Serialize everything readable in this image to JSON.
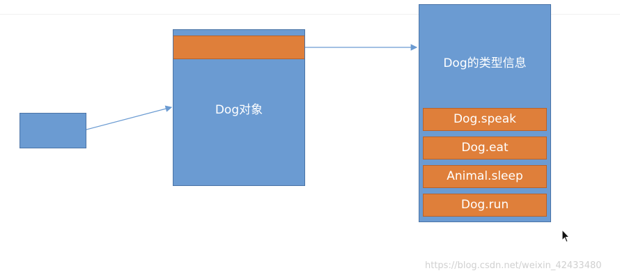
{
  "diagram": {
    "object_label": "Dog对象",
    "type_info_label": "Dog的类型信息",
    "methods": [
      "Dog.speak",
      "Dog.eat",
      "Animal.sleep",
      "Dog.run"
    ]
  },
  "watermark": "https://blog.csdn.net/weixin_42433480",
  "colors": {
    "box_fill": "#6b9bd2",
    "slot_fill": "#df7f3a",
    "arrow": "#6b9bd2"
  },
  "icons": {
    "cursor": "mouse-pointer-icon"
  }
}
